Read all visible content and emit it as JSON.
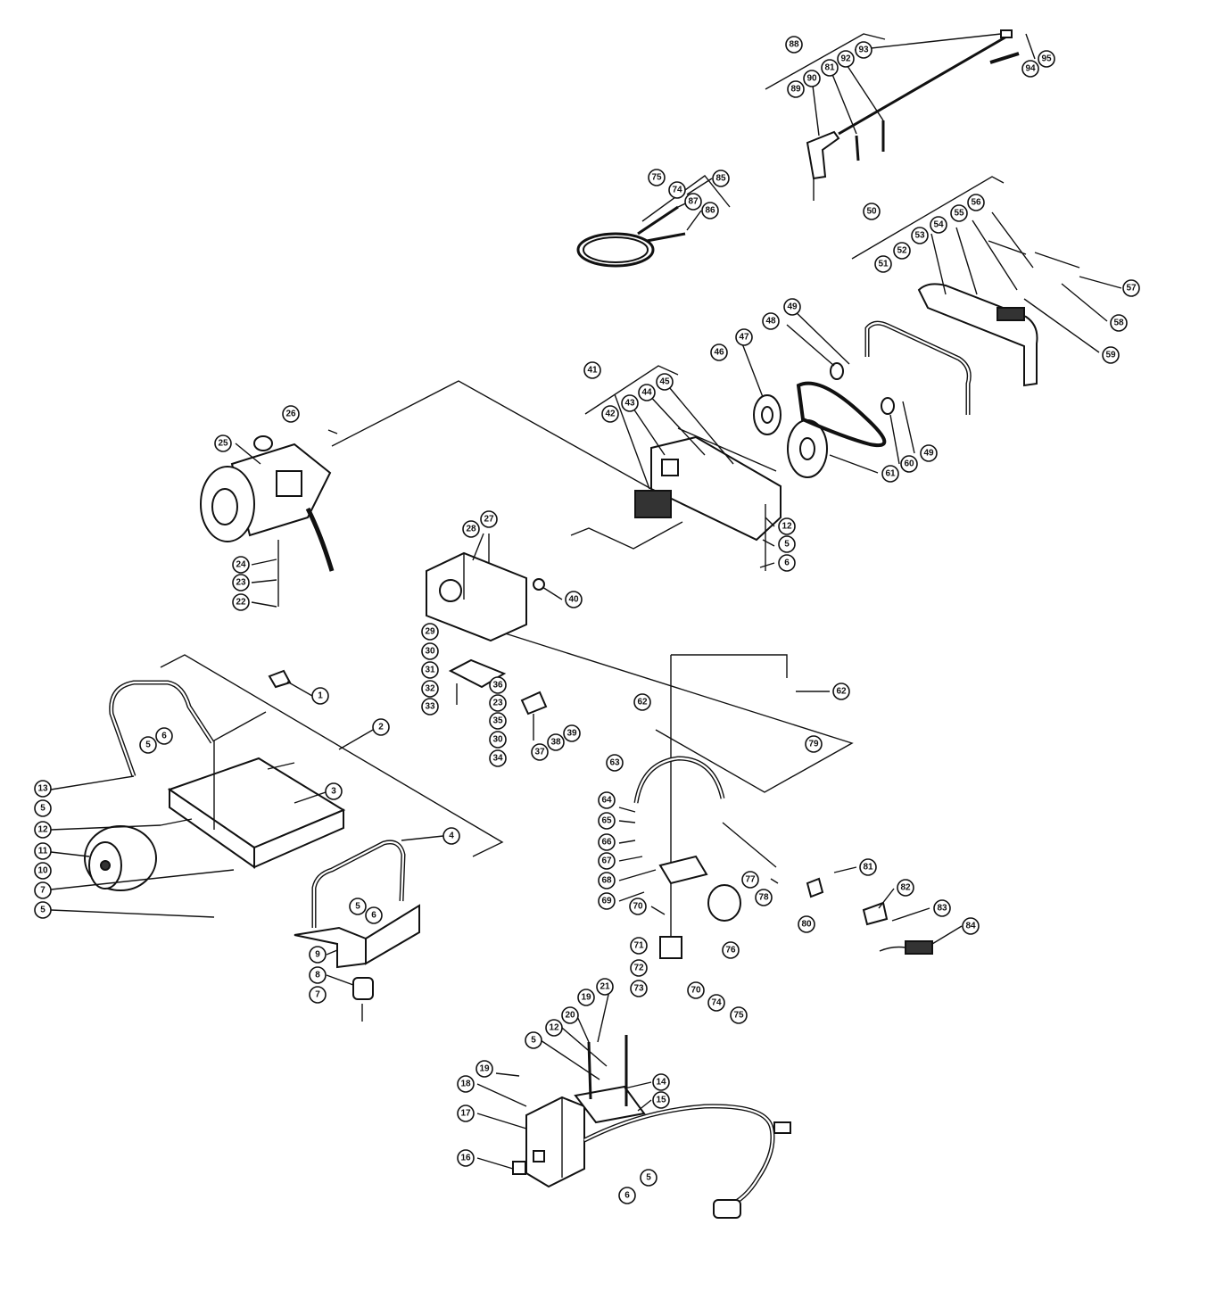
{
  "callouts": [
    "1",
    "2",
    "3",
    "4",
    "5",
    "6",
    "13",
    "5",
    "12",
    "11",
    "10",
    "7",
    "5",
    "5",
    "6",
    "9",
    "8",
    "7",
    "25",
    "26",
    "24",
    "23",
    "22",
    "27",
    "28",
    "40",
    "29",
    "30",
    "31",
    "32",
    "33",
    "36",
    "23",
    "35",
    "30",
    "34",
    "37",
    "38",
    "39",
    "41",
    "42",
    "43",
    "44",
    "45",
    "12",
    "5",
    "6",
    "46",
    "47",
    "48",
    "49",
    "60",
    "49",
    "61",
    "50",
    "51",
    "52",
    "53",
    "54",
    "55",
    "56",
    "57",
    "58",
    "59",
    "85",
    "75",
    "74",
    "87",
    "86",
    "88",
    "89",
    "90",
    "81",
    "92",
    "93",
    "94",
    "95",
    "62",
    "62",
    "79",
    "63",
    "64",
    "65",
    "66",
    "67",
    "68",
    "69",
    "70",
    "71",
    "72",
    "73",
    "70",
    "74",
    "75",
    "76",
    "77",
    "78",
    "80",
    "81",
    "82",
    "83",
    "84",
    "21",
    "19",
    "20",
    "12",
    "5",
    "14",
    "15",
    "19",
    "18",
    "17",
    "16",
    "6",
    "5"
  ]
}
